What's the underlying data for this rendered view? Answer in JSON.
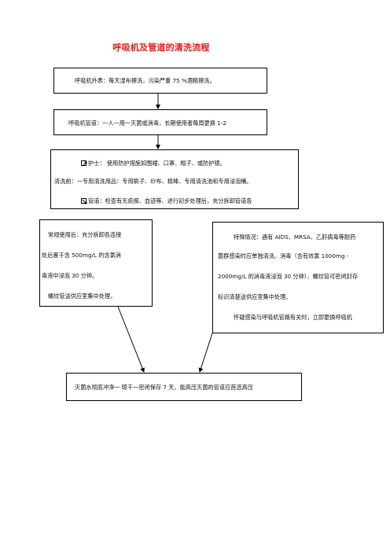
{
  "title": "呼吸机及管道的清洗流程",
  "box1": "呼吸机外表：每天湿布擦洗，污染严重 75 %酒精擦洗。",
  "box2": "呼吸机管道：一人一用一灭菌或消毒，长期使用者每周更换 1-2",
  "box3": {
    "line1": "护士：  使用防护措施如围裙、口罩、帽子、或防护镜。",
    "line2": "清洗前：一专用清洗用品：专用刷子、纱布、棉棒、专用清洗池和专用浸泡桶。",
    "line3": "管道：检查有无痰痂、血迹等、进行初步处理后，充分拆卸管道各"
  },
  "box4": {
    "lines": [
      "常规使用后：充分拆卸各连接",
      "处后置于含  500mg/L 的含氯消",
      "毒液中浸泡 30 分钟。",
      "螺纹管送供应室集中处理。"
    ]
  },
  "box5": {
    "lines": [
      "特殊情况：遇有 AIDS、MRSA、乙肝病毒等耐药",
      "菌群感染时应单独清洗、消毒（含有效氯  1000mg -",
      "2000mg/L 的消毒液浸泡 30 分钟），螺纹管可密闭封存",
      "标识清楚送供应室集中处理。",
      "怀疑感染与呼吸机管路有关时，立即更换呼吸机"
    ]
  },
  "box6": "灭菌水彻底冲净一  晾干一密闭保存 7 天，能高压灭菌的管道应首选高压"
}
